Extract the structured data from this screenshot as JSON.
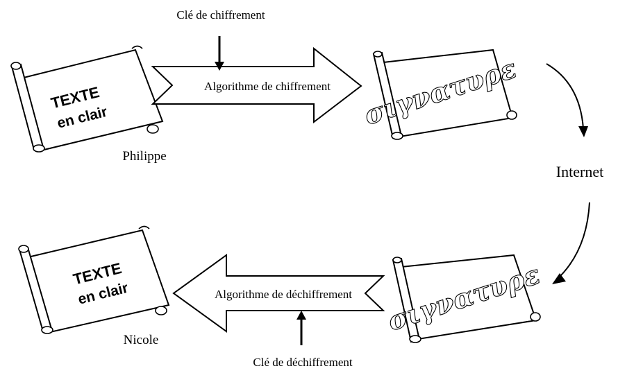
{
  "top": {
    "key_label": "Clé de chiffrement",
    "algorithm_label": "Algorithme de chiffrement",
    "plain_scroll": {
      "line1": "TEXTE",
      "line2": "en clair"
    },
    "sender": "Philippe",
    "cipher_scroll": {
      "text": "σιγνατυρε"
    }
  },
  "network_label": "Internet",
  "bottom": {
    "cipher_scroll": {
      "text": "σιγνατυρε"
    },
    "algorithm_label": "Algorithme de déchiffrement",
    "key_label": "Clé de déchiffrement",
    "plain_scroll": {
      "line1": "TEXTE",
      "line2": "en clair"
    },
    "receiver": "Nicole"
  }
}
